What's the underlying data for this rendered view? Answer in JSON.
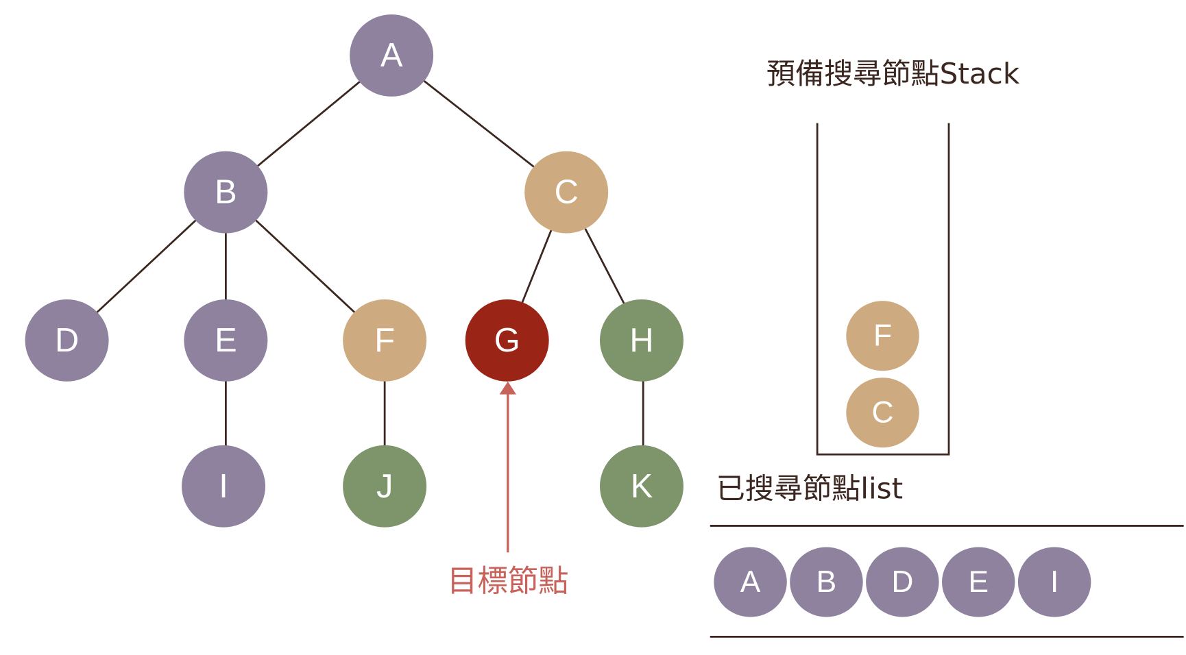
{
  "tree": {
    "nodes": {
      "A": {
        "label": "A",
        "state": "visited"
      },
      "B": {
        "label": "B",
        "state": "visited"
      },
      "C": {
        "label": "C",
        "state": "in-stack"
      },
      "D": {
        "label": "D",
        "state": "visited"
      },
      "E": {
        "label": "E",
        "state": "visited"
      },
      "F": {
        "label": "F",
        "state": "in-stack"
      },
      "G": {
        "label": "G",
        "state": "target"
      },
      "H": {
        "label": "H",
        "state": "unvisited"
      },
      "I": {
        "label": "I",
        "state": "visited"
      },
      "J": {
        "label": "J",
        "state": "unvisited"
      },
      "K": {
        "label": "K",
        "state": "unvisited"
      }
    },
    "edges": [
      [
        "A",
        "B"
      ],
      [
        "A",
        "C"
      ],
      [
        "B",
        "D"
      ],
      [
        "B",
        "E"
      ],
      [
        "B",
        "F"
      ],
      [
        "C",
        "G"
      ],
      [
        "C",
        "H"
      ],
      [
        "E",
        "I"
      ],
      [
        "F",
        "J"
      ],
      [
        "H",
        "K"
      ]
    ],
    "target_label": "目標節點"
  },
  "stack": {
    "title": "預備搜尋節點Stack",
    "items": [
      "F",
      "C"
    ]
  },
  "visited_list": {
    "title": "已搜尋節點list",
    "items": [
      "A",
      "B",
      "D",
      "E",
      "I"
    ]
  },
  "colors": {
    "visited": "#8f829f",
    "in_stack": "#cdaa7f",
    "target": "#9a2516",
    "unvisited": "#7e956b",
    "line": "#3b2620",
    "annotation": "#c8635c"
  }
}
